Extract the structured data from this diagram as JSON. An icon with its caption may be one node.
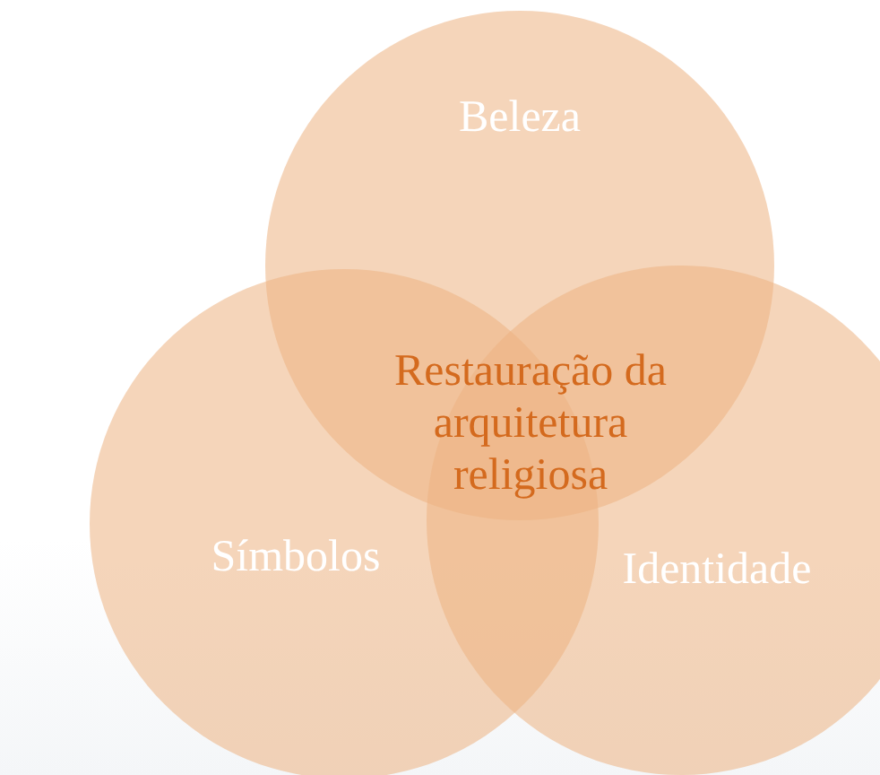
{
  "diagram": {
    "nodes": [
      {
        "text": [
          "Beleza"
        ]
      },
      {
        "text": [
          "Símbolos"
        ]
      },
      {
        "text": [
          "Identidade"
        ]
      }
    ],
    "labels": [
      "Restauração da arquitetura religiosa"
    ]
  }
}
